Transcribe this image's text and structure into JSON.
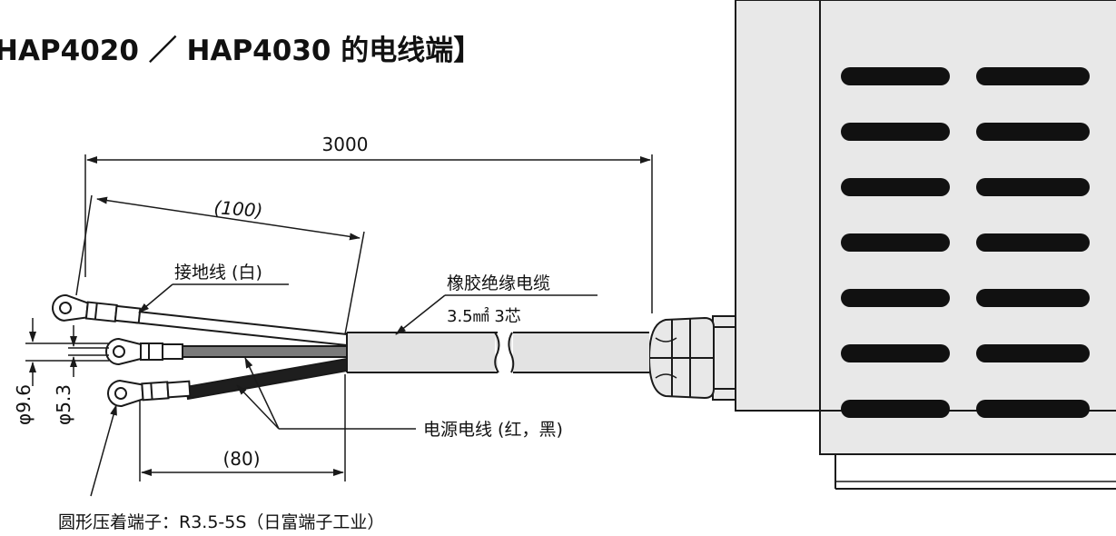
{
  "title": "HAP4020 ／ HAP4030 的电线端】",
  "dimensions": {
    "overall_length": "3000",
    "strip_length": "(100)",
    "terminal_length": "(80)",
    "outer_diameter": "φ9.6",
    "hole_diameter": "φ5.3"
  },
  "labels": {
    "ground_wire": "接地线 (白)",
    "cable_name": "橡胶绝缘电缆",
    "cable_spec": "3.5㎟ 3芯",
    "power_wire": "电源电线 (红，黑)",
    "terminal": "圆形压着端子：R3.5-5S（日富端子工业）"
  },
  "colors": {
    "line": "#1a1a1a",
    "housing_fill": "#e8e8e8",
    "cable_fill": "#e3e3e3",
    "wire_gray": "#7a7a7a",
    "wire_black": "#1e1e1e",
    "slot_fill": "#111111"
  },
  "icons": [
    "vent-slot",
    "cable-gland",
    "ring-terminal"
  ]
}
